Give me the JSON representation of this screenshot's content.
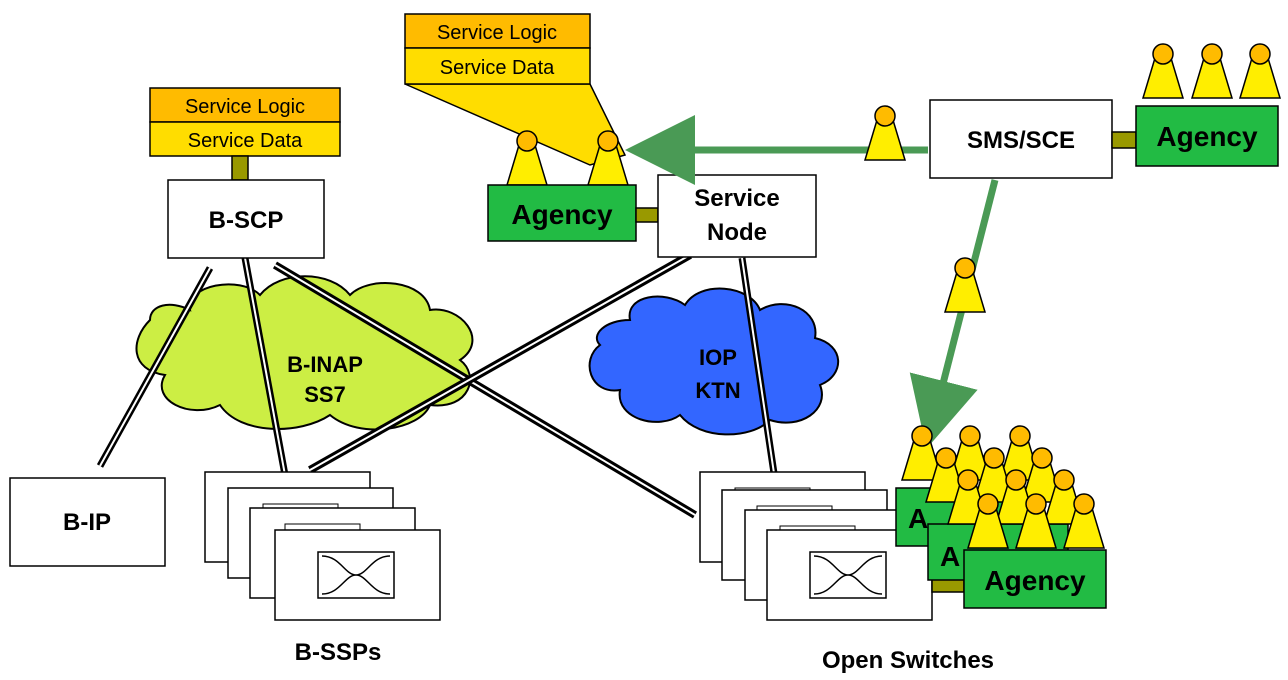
{
  "colors": {
    "agency_green": "#22bb44",
    "data_yellow": "#ffdd00",
    "logic_orange": "#ffbb00",
    "cloud_green": "#ccee44",
    "cloud_blue": "#3366ff",
    "arrow_green": "#4a9a55",
    "person_yellow": "#ffee00",
    "person_head": "#ffbb00",
    "olive_connector": "#999900"
  },
  "bscp_stack": {
    "logic": "Service Logic",
    "data": "Service Data"
  },
  "agency_stack": {
    "logic": "Service Logic",
    "data": "Service Data"
  },
  "nodes": {
    "bscp": "B-SCP",
    "service_node_line1": "Service",
    "service_node_line2": "Node",
    "smssce": "SMS/SCE",
    "bip": "B-IP"
  },
  "agencies": {
    "center": "Agency",
    "right": "Agency",
    "bottom": "Agency",
    "stacked_partial_1": "A",
    "stacked_partial_2": "A"
  },
  "clouds": {
    "binap_line1": "B-INAP",
    "binap_line2": "SS7",
    "iop_line1": "IOP",
    "iop_line2": "KTN"
  },
  "labels": {
    "bssps": "B-SSPs",
    "open_switches": "Open Switches"
  }
}
